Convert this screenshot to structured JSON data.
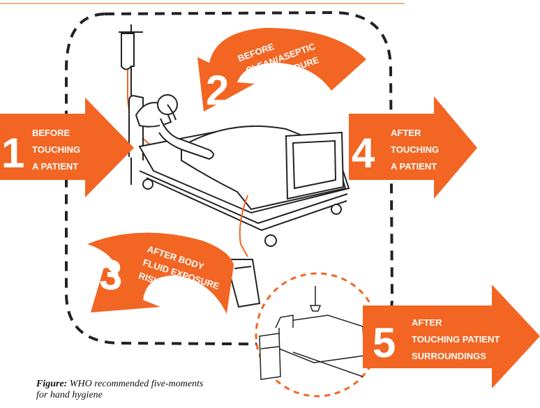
{
  "colors": {
    "accent": "#f26522",
    "line": "#222222",
    "header_rule": "#f4b183"
  },
  "moments": [
    {
      "number": "1",
      "lines": [
        "BEFORE",
        "TOUCHING",
        "A PATIENT"
      ]
    },
    {
      "number": "2",
      "lines": [
        "BEFORE",
        "CLEAN/ASEPTIC",
        "PROCEDURE"
      ]
    },
    {
      "number": "3",
      "lines": [
        "AFTER BODY",
        "FLUID EXPOSURE",
        "RISK"
      ]
    },
    {
      "number": "4",
      "lines": [
        "AFTER",
        "TOUCHING",
        "A PATIENT"
      ]
    },
    {
      "number": "5",
      "lines": [
        "AFTER",
        "TOUCHING PATIENT",
        "SURROUNDINGS"
      ]
    }
  ],
  "caption": {
    "label": "Figure:",
    "text": " WHO recommended five-moments",
    "line2": "for hand hygiene"
  }
}
